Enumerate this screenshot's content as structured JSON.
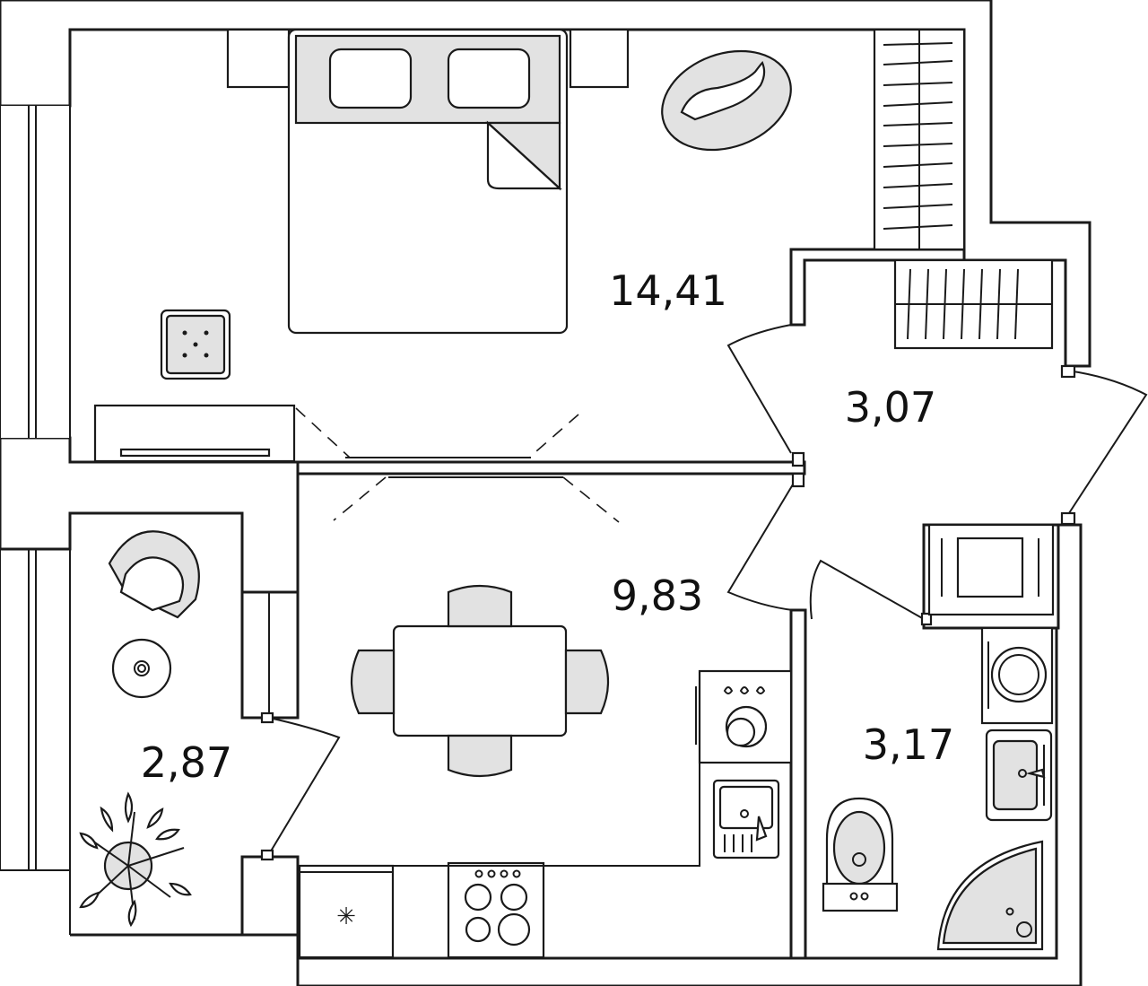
{
  "floor_plan": {
    "rooms": [
      {
        "id": "bedroom",
        "area": "14,41"
      },
      {
        "id": "closet",
        "area": "3,07"
      },
      {
        "id": "kitchen-living",
        "area": "9,83"
      },
      {
        "id": "bathroom",
        "area": "3,17"
      },
      {
        "id": "balcony",
        "area": "2,87"
      }
    ]
  },
  "colors": {
    "line": "#1a1a1a",
    "fill_grey": "#e2e2e2",
    "background": "#ffffff"
  }
}
